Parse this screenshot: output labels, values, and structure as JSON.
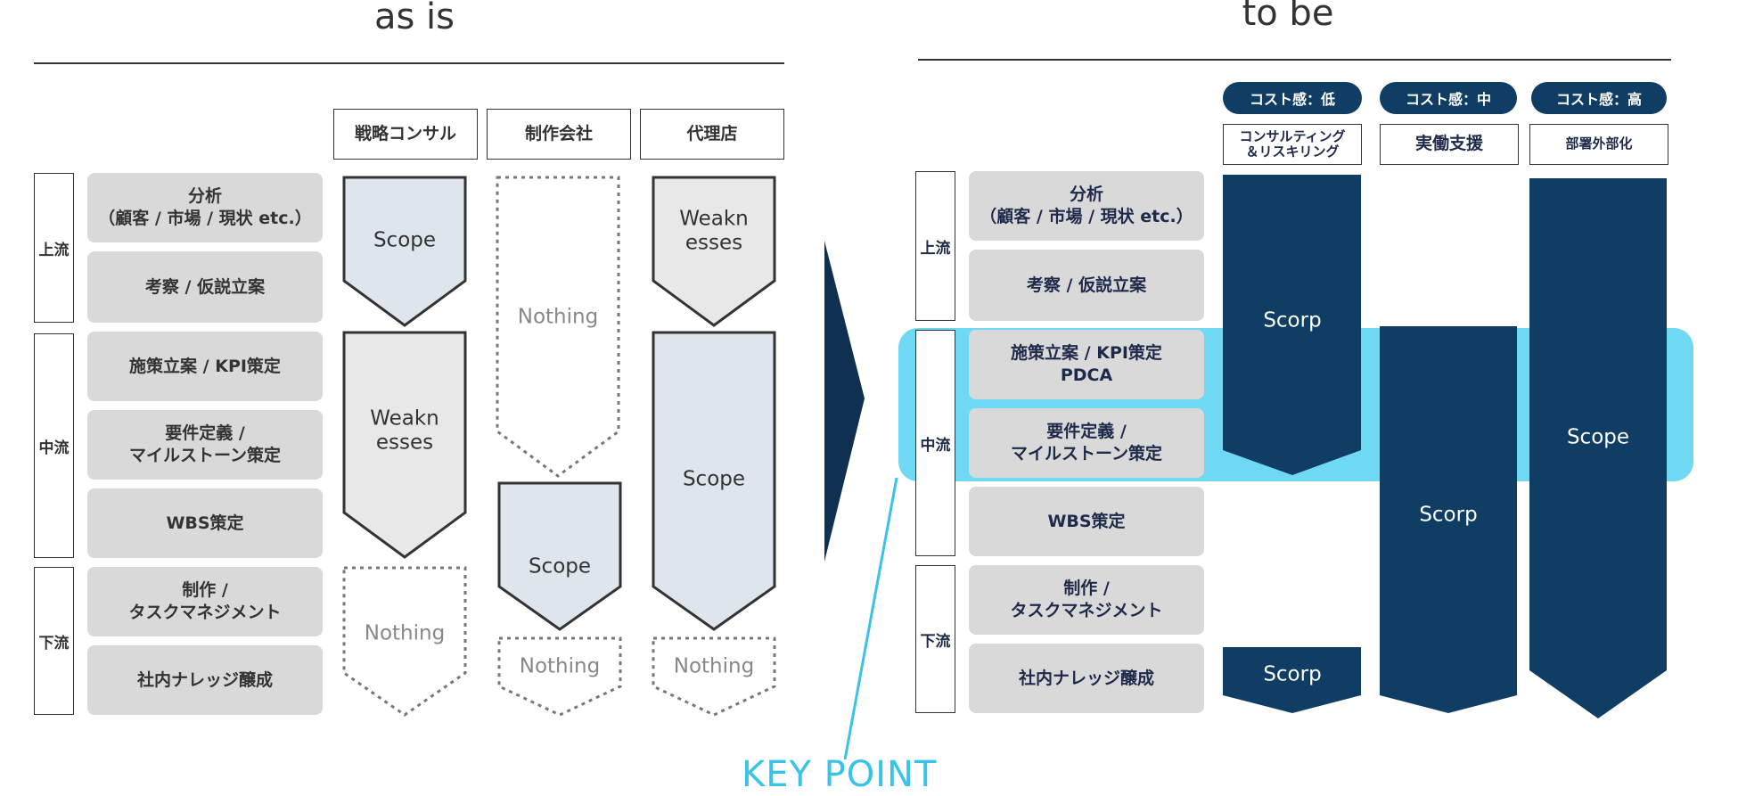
{
  "as_is": {
    "title": "as is",
    "columns": [
      "戦略コンサル",
      "制作会社",
      "代理店"
    ],
    "stages": [
      "上流",
      "中流",
      "下流"
    ],
    "tasks": [
      "分析\n（顧客 / 市場 / 現状 etc.）",
      "考察 / 仮説立案",
      "施策立案 / KPI策定",
      "要件定義 /\nマイルストーン策定",
      "WBS策定",
      "制作 /\nタスクマネジメント",
      "社内ナレッジ醸成"
    ],
    "labels": {
      "consul_scope": "Scope",
      "consul_weak": "Weakn\nesses",
      "consul_nothing": "Nothing",
      "prod_nothing_top": "Nothing",
      "prod_scope": "Scope",
      "prod_nothing_bottom": "Nothing",
      "agency_weak": "Weakn\nesses",
      "agency_scope": "Scope",
      "agency_nothing": "Nothing"
    }
  },
  "to_be": {
    "title": "to be",
    "cost_pills": [
      "コスト感：低",
      "コスト感：中",
      "コスト感：高"
    ],
    "columns": [
      "コンサルティング\n＆リスキリング",
      "実働支援",
      "部署外部化"
    ],
    "stages": [
      "上流",
      "中流",
      "下流"
    ],
    "tasks": [
      "分析\n（顧客 / 市場 / 現状 etc.）",
      "考察 / 仮説立案",
      "施策立案 / KPI策定\nPDCA",
      "要件定義 /\nマイルストーン策定",
      "WBS策定",
      "制作 /\nタスクマネジメント",
      "社内ナレッジ醸成"
    ],
    "labels": {
      "col1_top": "Scorp",
      "col1_bottom": "Scorp",
      "col2": "Scorp",
      "col3": "Scope"
    }
  },
  "key_point": "KEY POINT",
  "colors": {
    "navy": "#0f3d63",
    "highlight": "#6fd8f2",
    "keypoint": "#39c3e6",
    "scope_fill": "#dfe5ec",
    "weak_fill": "#e8e8e8",
    "task_fill": "#d9d9d9"
  }
}
